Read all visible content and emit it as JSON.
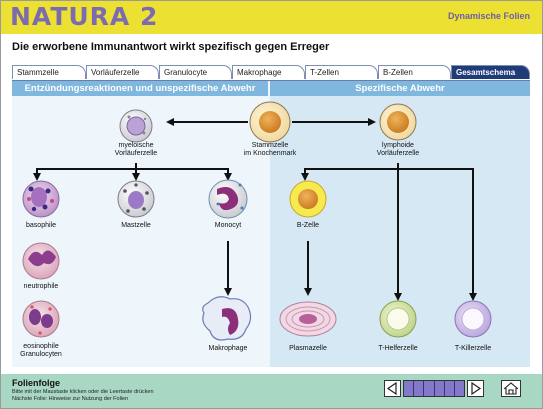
{
  "header": {
    "brand": "NATURA 2",
    "subtitle": "Dynamische Folien"
  },
  "slide_title": "Die erworbene Immunantwort wirkt spezifisch gegen Erreger",
  "tabs": [
    {
      "label": "Stammzelle"
    },
    {
      "label": "Vorläuferzelle"
    },
    {
      "label": "Granulocyte"
    },
    {
      "label": "Makrophage"
    },
    {
      "label": "T-Zellen"
    },
    {
      "label": "B-Zellen"
    },
    {
      "label": "Gesamtschema",
      "active": true
    }
  ],
  "sections": {
    "left": "Entzündungsreaktionen und unspezifische Abwehr",
    "right": "Spezifische Abwehr"
  },
  "cells": {
    "stammzelle": "Stammzelle\nim Knochenmark",
    "myeloisch": "myeloische\nVorläuferzelle",
    "lymphoid": "lymphoide\nVorläuferzelle",
    "basophile": "basophile",
    "neutrophile": "neutrophile",
    "eosinophile": "eosinophile\nGranulocyten",
    "mastzelle": "Mastzelle",
    "monocyt": "Monocyt",
    "makrophage": "Makrophage",
    "bzelle": "B-Zelle",
    "plasmazelle": "Plasmazelle",
    "thelfer": "T-Helferzelle",
    "tkiller": "T-Killerzelle"
  },
  "footer": {
    "title": "Folienfolge",
    "line1": "Bitte mit der Maustaste klicken oder die Leertaste drücken",
    "line2": "Nächste Folie:  Hinweise zur Nutzung der Folien"
  },
  "colors": {
    "header_bg": "#ece033",
    "brand": "#7a6cae",
    "active_tab": "#1f3b78",
    "section_bar": "#7fb7de",
    "footer_bg": "#a8d7c4",
    "slide_nav": "#8378c9"
  },
  "icons": {
    "prev": "triangle-left-icon",
    "next": "triangle-right-icon",
    "home": "home-icon"
  }
}
